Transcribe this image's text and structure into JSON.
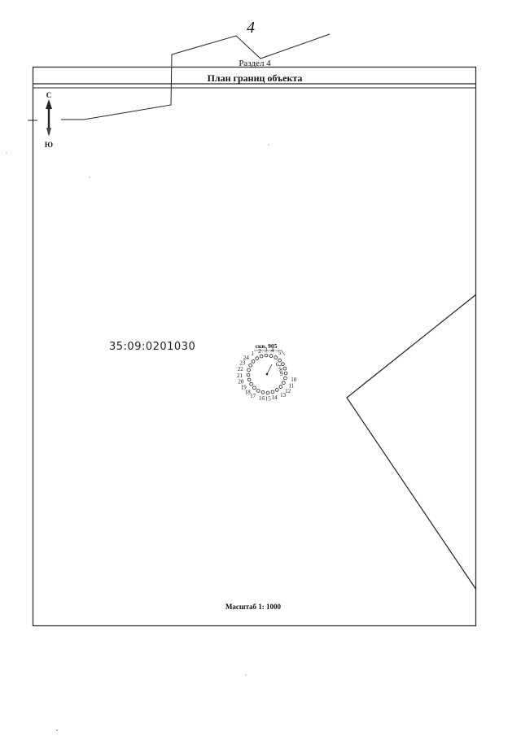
{
  "handwritten_mark": "4",
  "section": "Раздел 4",
  "title": "План границ объекта",
  "north": "С",
  "south": "Ю",
  "cadastral_number": "35:09:0201030",
  "well_label": "скв. 905",
  "well_points": [
    "1",
    "2",
    "3",
    "4",
    "5",
    "6",
    "7",
    "8",
    "9",
    "10",
    "11",
    "12",
    "13",
    "14",
    "15",
    "16",
    "17",
    "18",
    "19",
    "20",
    "21",
    "22",
    "23",
    "24"
  ],
  "scale": "Масштаб 1: 1000"
}
